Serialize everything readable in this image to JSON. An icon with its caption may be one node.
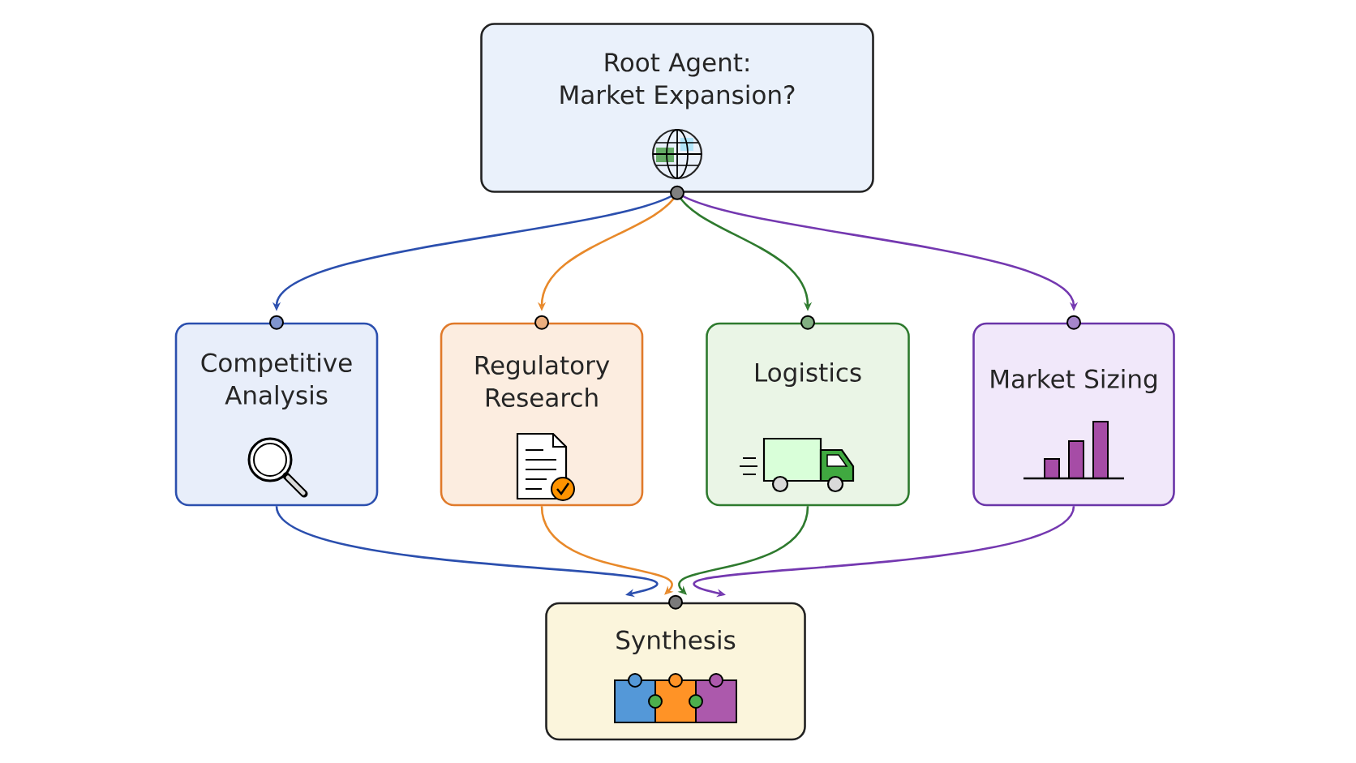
{
  "diagram": {
    "nodes": [
      {
        "text": [
          "Root Agent: Market Expansion?"
        ]
      },
      {
        "text": [
          "Competitive Analysis"
        ]
      },
      {
        "text": [
          "Regulatory Research"
        ]
      },
      {
        "text": [
          "Logistics"
        ]
      },
      {
        "text": [
          "Market Sizing"
        ]
      },
      {
        "text": [
          "Synthesis"
        ]
      }
    ],
    "edges": [
      {
        "from": 0,
        "to": 1,
        "arrow": "to",
        "color": "#2b4fae"
      },
      {
        "from": 0,
        "to": 2,
        "arrow": "to",
        "color": "#e8892a"
      },
      {
        "from": 0,
        "to": 3,
        "arrow": "to",
        "color": "#2e7a2e"
      },
      {
        "from": 0,
        "to": 4,
        "arrow": "to",
        "color": "#7438b0"
      },
      {
        "from": 1,
        "to": 5,
        "arrow": "to",
        "color": "#2b4fae"
      },
      {
        "from": 2,
        "to": 5,
        "arrow": "to",
        "color": "#e8892a"
      },
      {
        "from": 3,
        "to": 5,
        "arrow": "to",
        "color": "#2e7a2e"
      },
      {
        "from": 4,
        "to": 5,
        "arrow": "to",
        "color": "#7438b0"
      }
    ]
  }
}
